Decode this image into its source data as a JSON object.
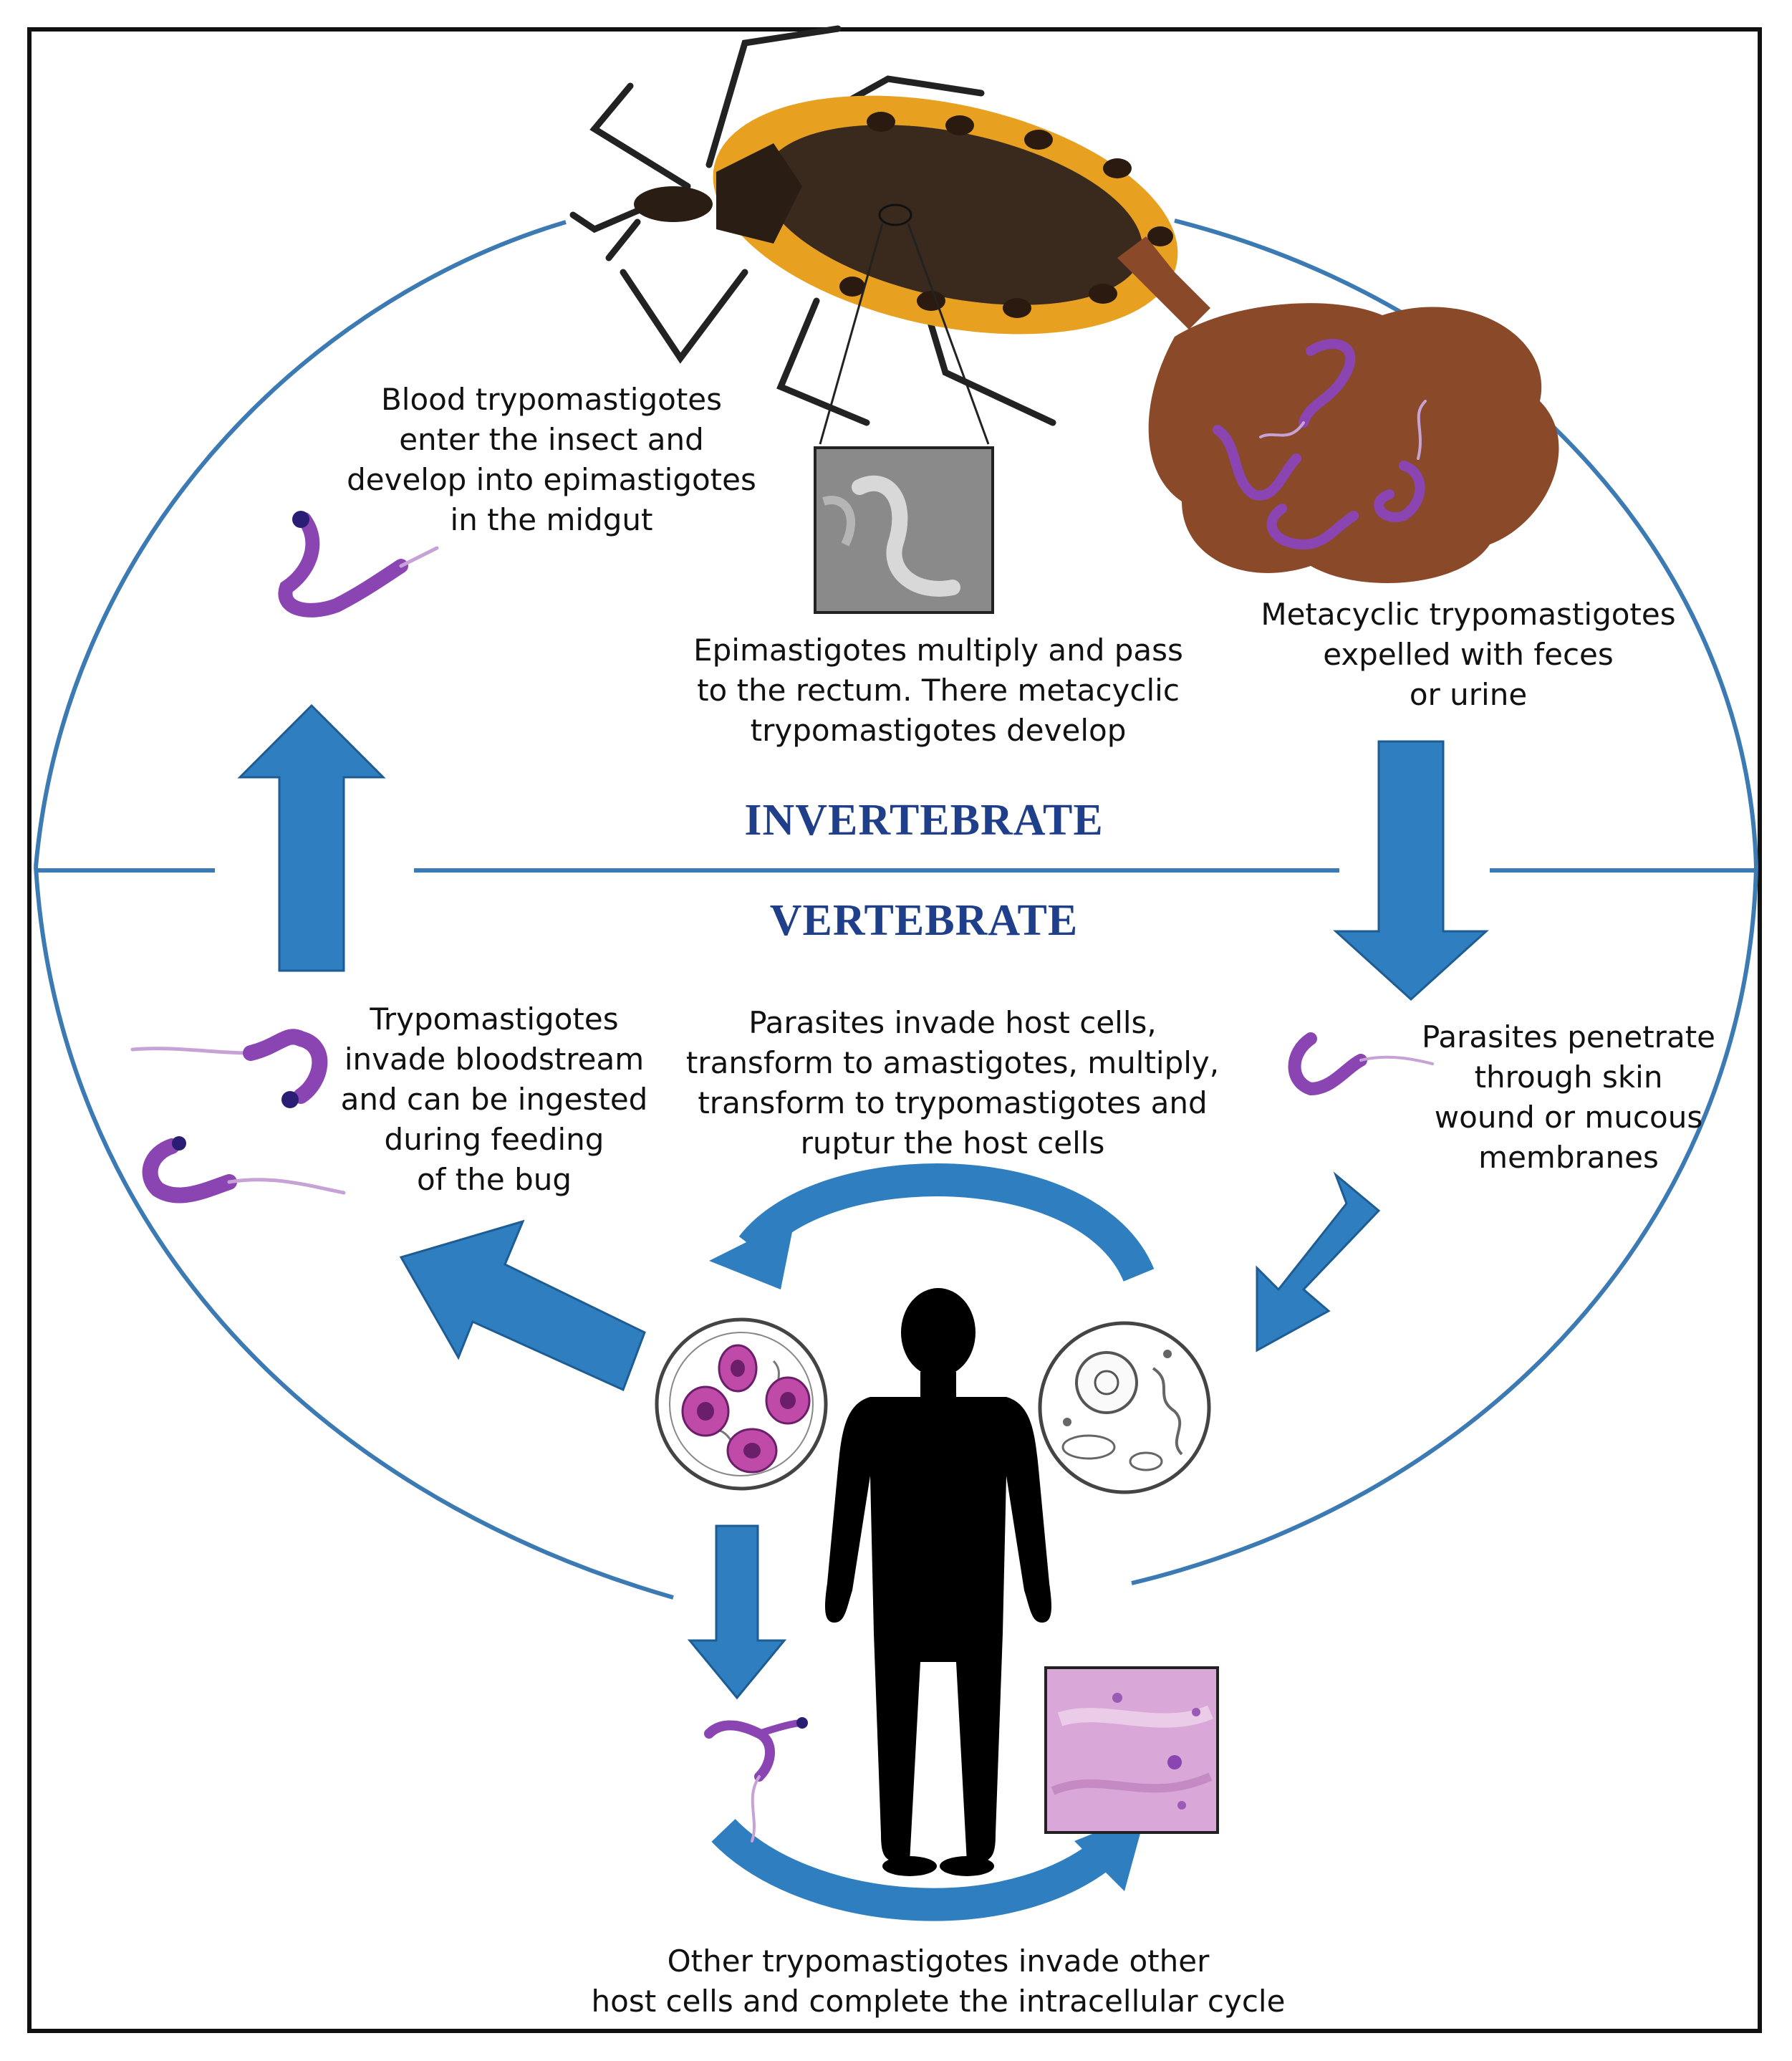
{
  "diagram": {
    "zones": {
      "invertebrate": "INVERTEBRATE",
      "vertebrate": "VERTEBRATE"
    },
    "steps": {
      "blood_trypo": "Blood trypomastigotes\nenter the insect and\ndevelop into epimastigotes\nin the midgut",
      "epimastigotes": "Epimastigotes multiply and pass\nto the rectum. There metacyclic\ntrypomastigotes develop",
      "metacyclic": "Metacyclic trypomastigotes\nexpelled with feces\nor urine",
      "penetrate": "Parasites penetrate\nthrough skin\nwound or mucous\nmembranes",
      "invade_cells": "Parasites invade host cells,\ntransform to amastigotes, multiply,\ntransform to trypomastigotes and\nruptur the host cells",
      "bloodstream": "Trypomastigotes\ninvade bloodstream\nand can be ingested\nduring feeding\nof the bug",
      "other_cells": "Other trypomastigotes invade other\nhost cells and complete the intracellular cycle"
    },
    "icons": [
      "kissing-bug-icon",
      "feces-icon",
      "trypomastigote-icon",
      "human-silhouette-icon",
      "infected-cell-icon",
      "host-cell-icon",
      "micrograph-icon",
      "tissue-section-icon"
    ],
    "colors": {
      "zone_text": "#1f3f8a",
      "ring": "#3c7ab3",
      "arrow": "#2f7ec0",
      "parasite": "#8b45b3",
      "feces": "#8a4a2a",
      "bug_body": "#3a2a1e",
      "bug_rim": "#e8a020"
    }
  }
}
